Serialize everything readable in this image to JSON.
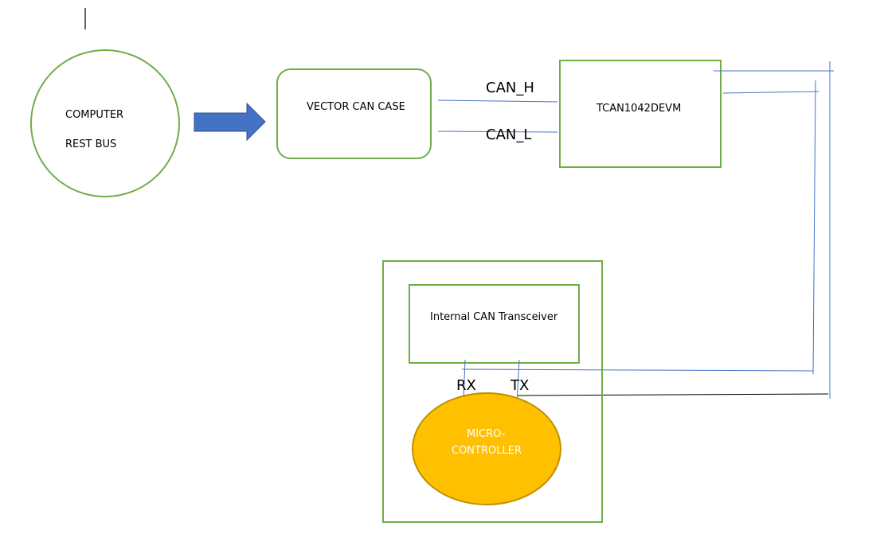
{
  "nodes": {
    "computer": {
      "line1": "COMPUTER",
      "line2": "REST BUS"
    },
    "vector_can_case": {
      "label": "VECTOR CAN CASE"
    },
    "tcan": {
      "label": "TCAN1042DEVM"
    },
    "transceiver": {
      "label": "Internal CAN Transceiver"
    },
    "microcontroller": {
      "line1": "MICRO-",
      "line2": "CONTROLLER"
    }
  },
  "connections": {
    "can_h": "CAN_H",
    "can_l": "CAN_L",
    "rx": "RX",
    "tx": "TX"
  },
  "colors": {
    "node_border": "#70ad47",
    "arrow_fill": "#4472c4",
    "wire": "#4472c4",
    "tx_wire": "#000000",
    "mcu_fill": "#ffc000",
    "mcu_border": "#bf9000"
  }
}
